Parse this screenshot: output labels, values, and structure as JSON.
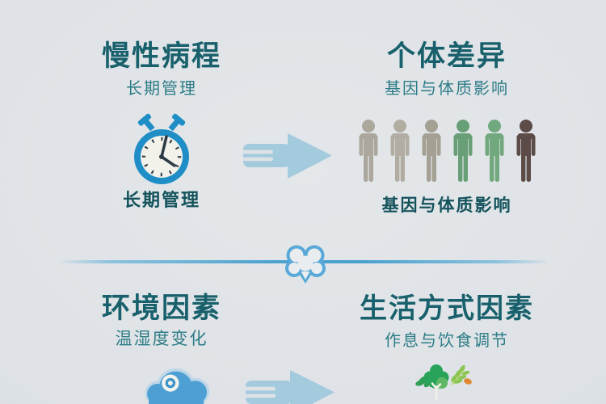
{
  "infographic": {
    "language": "zh",
    "theme": "chronic disease management factors"
  },
  "sections": {
    "top_left": {
      "title": "慢性病程",
      "subtitle": "长期管理",
      "caption": "长期管理",
      "icon": "stopwatch-icon"
    },
    "top_right": {
      "title": "个体差异",
      "subtitle": "基因与体质影响",
      "caption": "基因与体质影响",
      "icon": "people-row",
      "people": [
        {
          "color": "#aca79c"
        },
        {
          "color": "#b2ada2"
        },
        {
          "color": "#a4a094"
        },
        {
          "color": "#689f76"
        },
        {
          "color": "#71a87e"
        },
        {
          "color": "#5d4b48"
        }
      ]
    },
    "bottom_left": {
      "title": "环境因素",
      "subtitle": "温湿度变化",
      "icon": "cloud-gauge-icon"
    },
    "bottom_right": {
      "title": "生活方式因素",
      "subtitle": "作息与饮食调节",
      "icon": "trees-icon"
    }
  },
  "colors": {
    "background": "#dee2e6",
    "title_text": "#18606b",
    "subtitle_text": "#2d7c87",
    "caption_text": "#14525c",
    "arrow_blue": "#a4cade",
    "divider_blue": "#4aa0cf",
    "flower_outline": "#58a9d8",
    "clock_blue": "#1f8ec6",
    "clock_face": "#f3f2ea",
    "clock_marks": "#2c3a45",
    "cloud_blue": "#4e9fd3",
    "cloud_halo": "#bdd7e9",
    "gauge_ring": "#3e94c9",
    "tree_green": "#2aa35a",
    "tree_green_light": "#5fb865",
    "leaf_green": "#8cc554",
    "carrot_orange": "#e0862e"
  }
}
